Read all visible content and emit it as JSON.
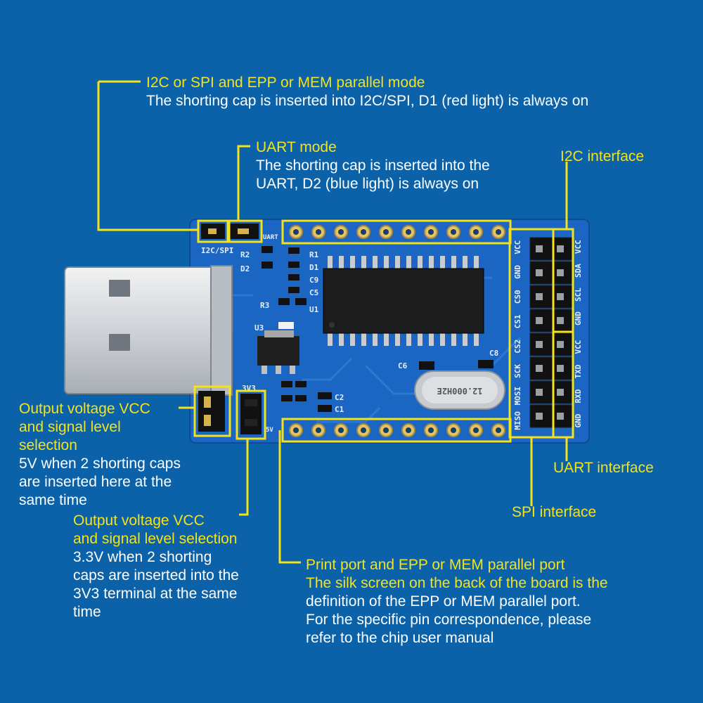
{
  "colors": {
    "background": "#0b62a8",
    "callout": "#f4e21a",
    "text": "#ffffff",
    "pcb": "#1a66c2"
  },
  "callouts": {
    "parallel_mode": {
      "title": "I2C or SPI and EPP or MEM parallel mode",
      "lines": [
        "The shorting cap is inserted into I2C/SPI, D1 (red light) is always on"
      ]
    },
    "uart_mode": {
      "title": "UART mode",
      "lines": [
        "The shorting cap is inserted into the",
        "UART, D2 (blue light) is always on"
      ]
    },
    "i2c_interface": {
      "title": "I2C interface"
    },
    "uart_interface": {
      "title": "UART interface"
    },
    "spi_interface": {
      "title": "SPI interface"
    },
    "vcc_5v": {
      "title_lines": [
        "Output voltage VCC",
        "and signal level",
        "selection"
      ],
      "lines": [
        "5V when 2 shorting caps",
        "are inserted here at the",
        "same time"
      ]
    },
    "vcc_3v3": {
      "title_lines": [
        "Output voltage VCC",
        "and signal level selection"
      ],
      "lines": [
        "3.3V when 2 shorting",
        "caps are inserted into the",
        "3V3 terminal at the same",
        "time"
      ]
    },
    "print_port": {
      "title_lines": [
        "Print port and EPP or MEM parallel port",
        "The silk screen on the back of the board is the"
      ],
      "lines": [
        "definition of the EPP or MEM parallel port.",
        "For the specific pin correspondence, please",
        "refer to the chip user manual"
      ]
    }
  },
  "board": {
    "silk": {
      "i2c_spi": "I2C/SPI",
      "uart": "UART",
      "r2": "R2",
      "d2": "D2",
      "r1": "R1",
      "d1": "D1",
      "c9": "C9",
      "c5": "C5",
      "r3": "R3",
      "u1": "U1",
      "u3": "U3",
      "c8": "C8",
      "c6": "C6",
      "c2": "C2",
      "c1": "C1",
      "v3": "3V3",
      "v5": "5V",
      "crystal": "12.000H2E",
      "spi_pins": [
        "MISO",
        "MOSI",
        "SCK",
        "CS2",
        "CS1",
        "CS0",
        "GND",
        "VCC"
      ],
      "i2c_pins": [
        "GND",
        "SCL",
        "SDA",
        "VCC"
      ],
      "uart_pins": [
        "GND",
        "RXD",
        "TXD",
        "VCC"
      ]
    }
  }
}
